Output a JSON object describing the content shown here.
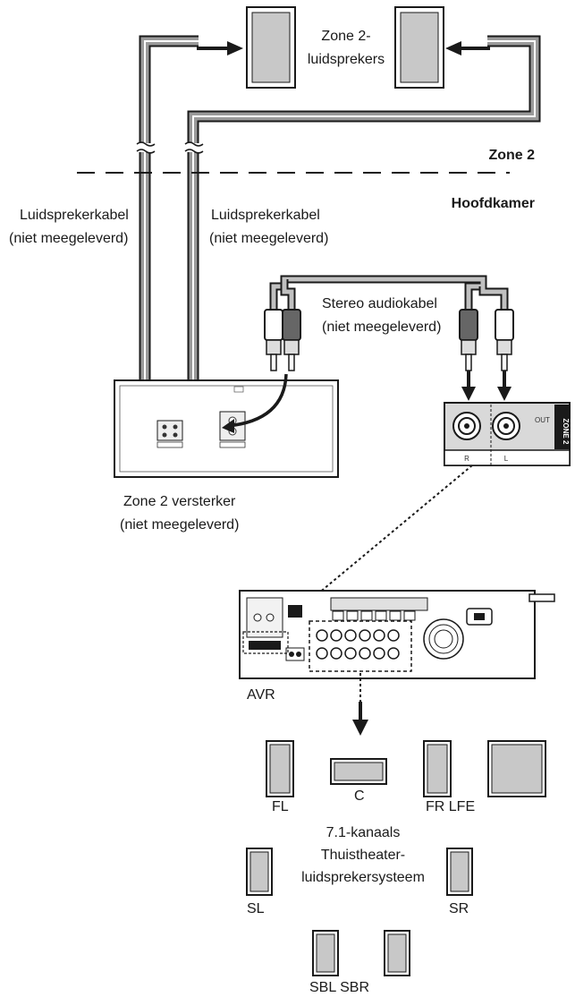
{
  "labels": {
    "zone2_speakers_line1": "Zone 2-",
    "zone2_speakers_line2": "luidsprekers",
    "zone2": "Zone 2",
    "main_room": "Hoofdkamer",
    "cable_left_line1": "Luidsprekerkabel",
    "cable_left_line2": "(niet meegeleverd)",
    "cable_right_line1": "Luidsprekerkabel",
    "cable_right_line2": "(niet meegeleverd)",
    "stereo_line1": "Stereo audiokabel",
    "stereo_line2": "(niet meegeleverd)",
    "amp_line1": "Zone 2 versterker",
    "amp_line2": "(niet meegeleverd)",
    "panel_zone2": "ZONE 2",
    "panel_out": "OUT",
    "panel_r": "R",
    "panel_l": "L",
    "avr": "AVR",
    "fl": "FL",
    "c": "C",
    "fr_lfe": "FR LFE",
    "system_line1": "7.1-kanaals",
    "system_line2": "Thuistheater-",
    "system_line3": "luidsprekersysteem",
    "sl": "SL",
    "sr": "SR",
    "sbl_sbr": "SBL SBR"
  },
  "colors": {
    "line": "#1a1a1a",
    "cable_fill": "#9a9a9a",
    "speaker_fill": "#c8c8c8",
    "panel_fill": "#d9d9d9"
  }
}
